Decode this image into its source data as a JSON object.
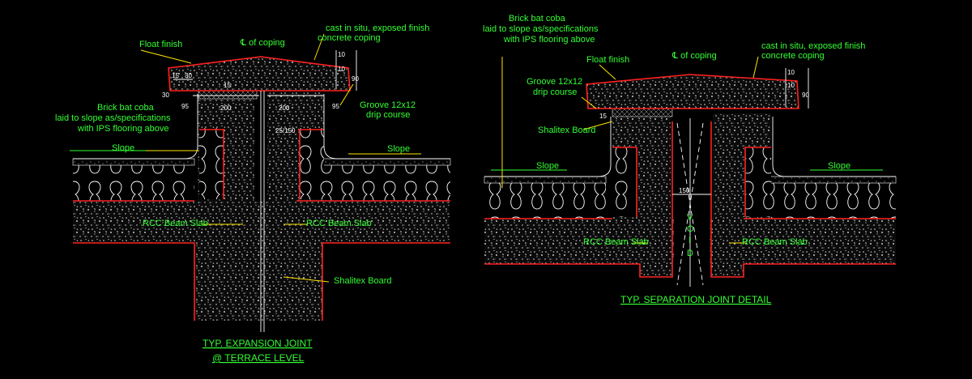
{
  "left_detail": {
    "title_line1": "TYP. EXPANSION JOINT",
    "title_line2": "@ TERRACE LEVEL",
    "labels": {
      "float_finish": "Float finish",
      "cl_coping": "℄ of coping",
      "cast_in_situ_1": "cast in situ, exposed finish",
      "cast_in_situ_2": "concrete coping",
      "brick_bat_1": "Brick bat coba",
      "brick_bat_2": "laid to slope as/specifications",
      "brick_bat_3": "with IPS flooring above",
      "groove_1": "Groove 12x12",
      "groove_2": "drip course",
      "slope_left": "Slope",
      "slope_right": "Slope",
      "rcc_left": "RCC Beam Slab",
      "rcc_right": "RCC Beam Slab",
      "shalitex": "Shalitex Board"
    },
    "dims": {
      "d15": "15",
      "d30a": "30",
      "d30b": "30",
      "d95a": "95",
      "d200a": "200",
      "d15b": "15",
      "d200b": "200",
      "d95b": "95",
      "d25_150": "25/150",
      "d10": "10",
      "d10b": "10",
      "d90": "90"
    }
  },
  "right_detail": {
    "title": "TYP. SEPARATION JOINT DETAIL",
    "labels": {
      "brick_bat_1": "Brick bat coba",
      "brick_bat_2": "laid to slope as/specifications",
      "brick_bat_3": "with IPS flooring above",
      "float_finish": "Float finish",
      "cl_coping": "℄ of coping",
      "cast_in_situ_1": "cast in situ, exposed finish",
      "cast_in_situ_2": "concrete coping",
      "groove_1": "Groove 12x12",
      "groove_2": "drip course",
      "shalitex": "Shalitex Board",
      "slope_left": "Slope",
      "slope_right": "Slope",
      "rcc_left": "RCC Beam Slab",
      "rcc_right": "RCC Beam Slab",
      "void_v": "V",
      "void_o": "O",
      "void_i": "I",
      "void_d": "D"
    },
    "dims": {
      "d10": "10",
      "d10b": "10",
      "d90": "90",
      "d15": "15",
      "d150": "150"
    }
  },
  "colors": {
    "background": "#000000",
    "label_green": "#33ff33",
    "outline_red": "#ff2020",
    "line_white": "#ffffff",
    "leader_yellow": "#ffe600"
  }
}
